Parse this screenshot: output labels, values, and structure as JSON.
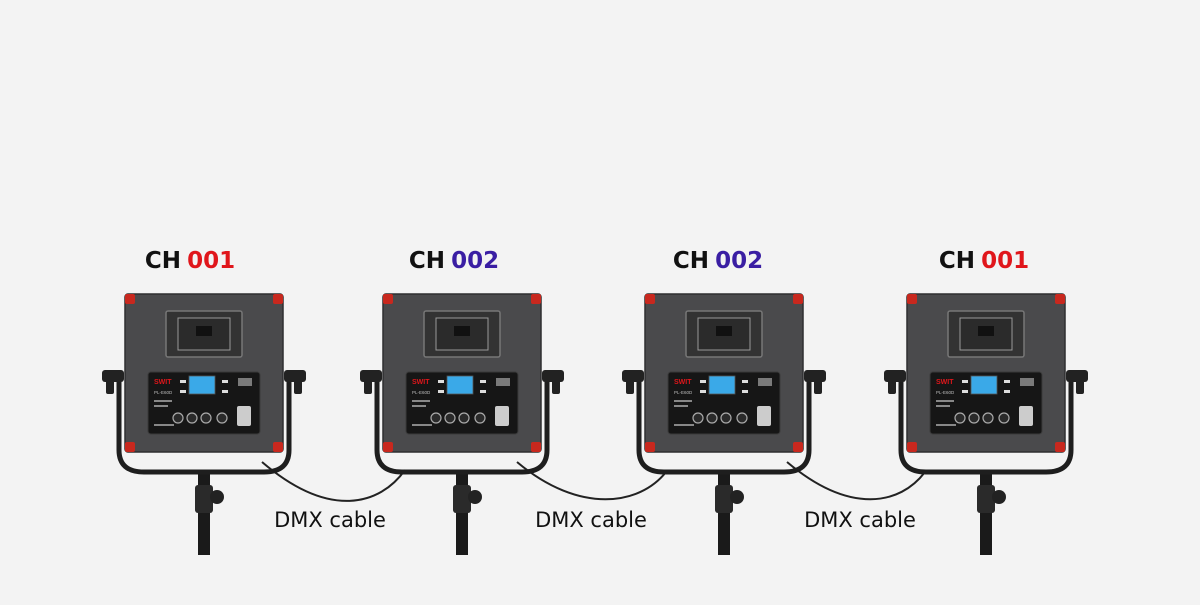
{
  "colors": {
    "background": "#f3f3f3",
    "channel_odd": "#e0161b",
    "channel_even": "#3a1ea3",
    "panel": "#4a4a4c",
    "corner": "#c8281e"
  },
  "lights": [
    {
      "prefix": "CH",
      "channel": "001",
      "channel_color": "#e0161b",
      "brand": "SWIT",
      "model": "PL-E60D"
    },
    {
      "prefix": "CH",
      "channel": "002",
      "channel_color": "#3a1ea3",
      "brand": "SWIT",
      "model": "PL-E60D"
    },
    {
      "prefix": "CH",
      "channel": "002",
      "channel_color": "#3a1ea3",
      "brand": "SWIT",
      "model": "PL-E60D"
    },
    {
      "prefix": "CH",
      "channel": "001",
      "channel_color": "#e0161b",
      "brand": "SWIT",
      "model": "PL-E60D"
    }
  ],
  "cables": [
    {
      "label": "DMX cable"
    },
    {
      "label": "DMX cable"
    },
    {
      "label": "DMX cable"
    }
  ]
}
